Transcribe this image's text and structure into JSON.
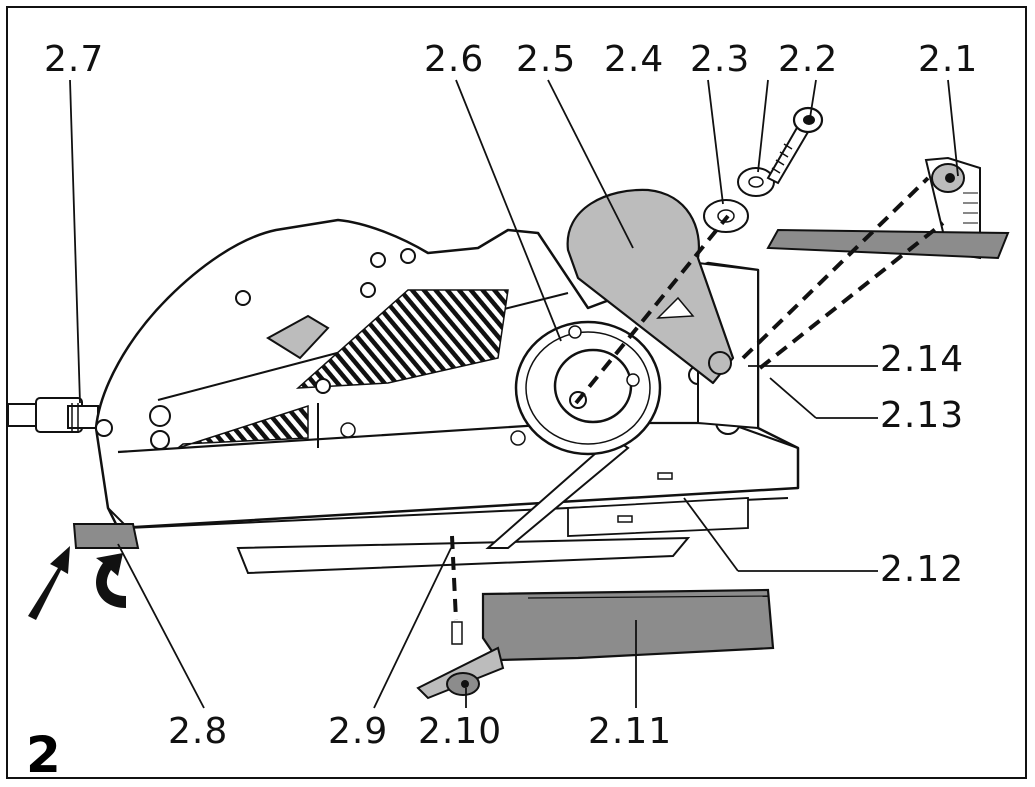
{
  "figure": {
    "number": "2",
    "colors": {
      "line": "#111111",
      "part": "#bcbcbc",
      "part_dark": "#8c8c8c",
      "background": "#ffffff"
    },
    "callouts": [
      {
        "id": "2.1",
        "text": "2.1"
      },
      {
        "id": "2.2",
        "text": "2.2"
      },
      {
        "id": "2.3",
        "text": "2.3"
      },
      {
        "id": "2.4",
        "text": "2.4"
      },
      {
        "id": "2.5",
        "text": "2.5"
      },
      {
        "id": "2.6",
        "text": "2.6"
      },
      {
        "id": "2.7",
        "text": "2.7"
      },
      {
        "id": "2.8",
        "text": "2.8"
      },
      {
        "id": "2.9",
        "text": "2.9"
      },
      {
        "id": "2.10",
        "text": "2.10"
      },
      {
        "id": "2.11",
        "text": "2.11"
      },
      {
        "id": "2.12",
        "text": "2.12"
      },
      {
        "id": "2.13",
        "text": "2.13"
      },
      {
        "id": "2.14",
        "text": "2.14"
      }
    ]
  }
}
